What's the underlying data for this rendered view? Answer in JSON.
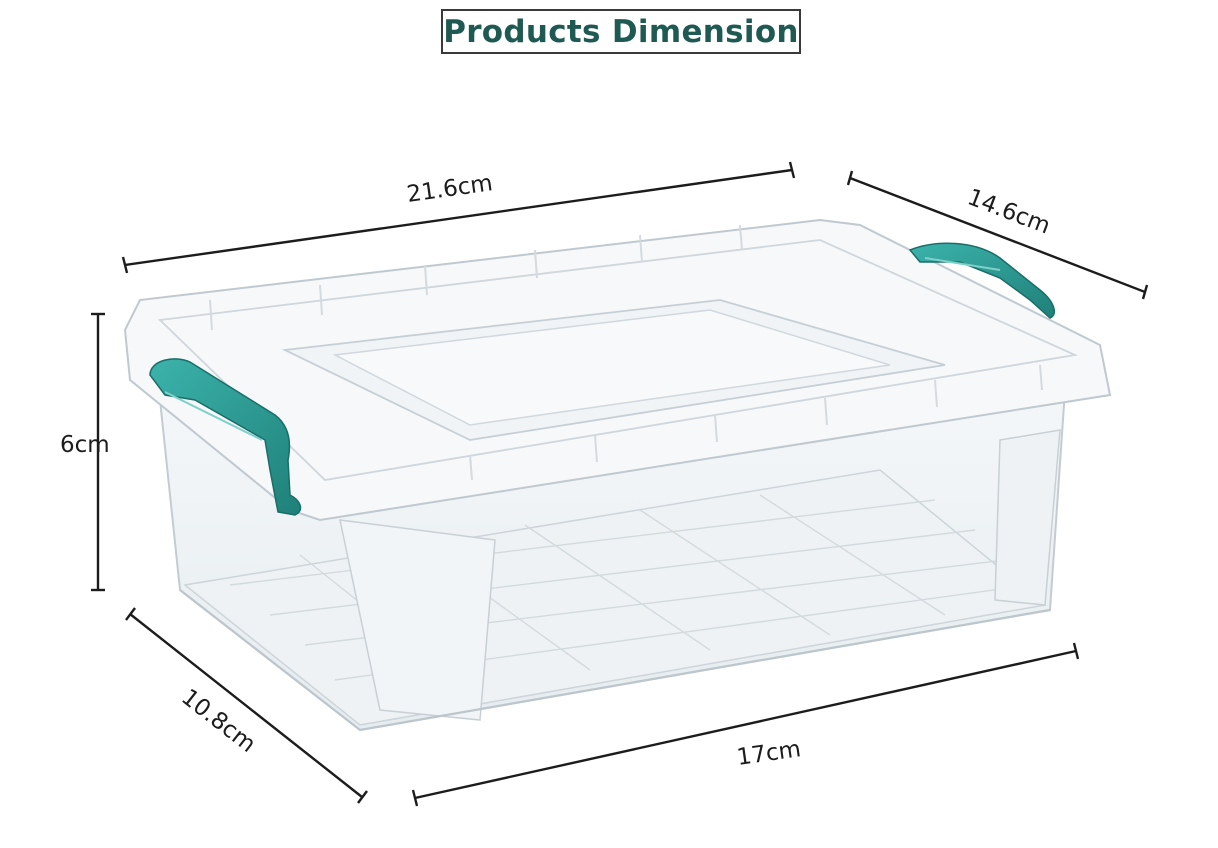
{
  "title": "Products Dimension",
  "dimensions": {
    "top_length": "21.6cm",
    "top_width": "14.6cm",
    "height": "6cm",
    "bottom_width": "10.8cm",
    "bottom_length": "17cm"
  },
  "colors": {
    "title_text": "#1f5a52",
    "latch": "#2a9d96",
    "plastic_edge": "#c9d2d8",
    "dimension_line": "#1c1c1c"
  }
}
